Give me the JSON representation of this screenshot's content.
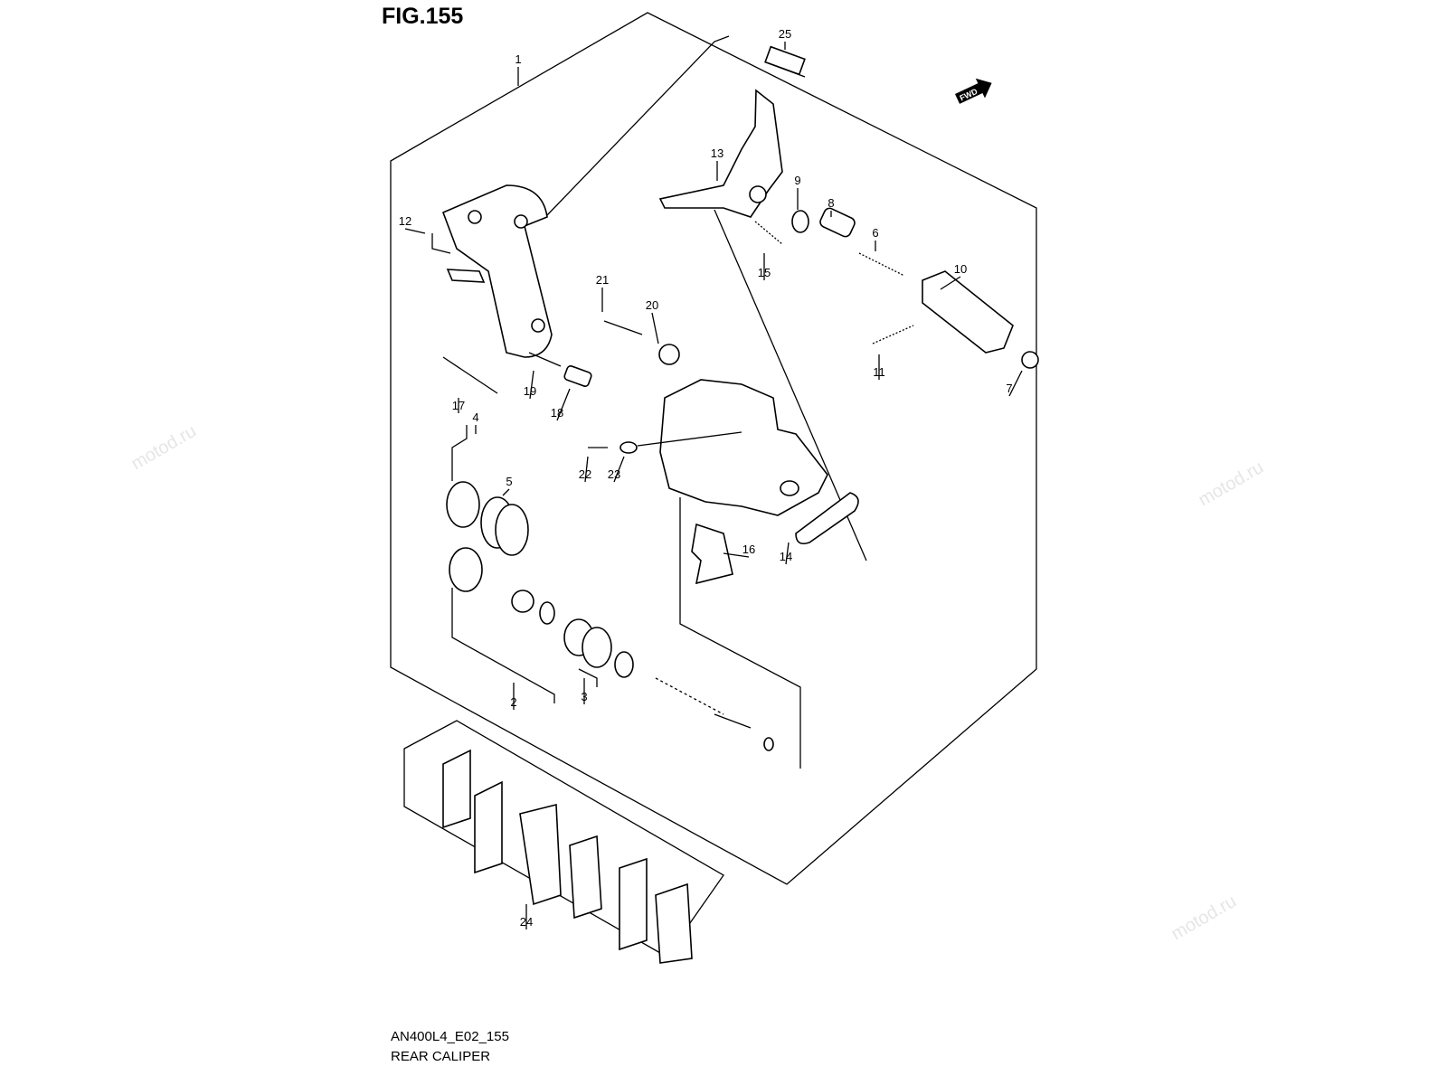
{
  "figure_title": "FIG.155",
  "watermark": "motod.ru",
  "direction_badge": "FWD",
  "footer": {
    "code": "AN400L4_E02_155",
    "name": "REAR CALIPER"
  },
  "callouts": [
    "1",
    "2",
    "3",
    "4",
    "5",
    "6",
    "7",
    "8",
    "9",
    "10",
    "11",
    "12",
    "13",
    "14",
    "15",
    "16",
    "17",
    "18",
    "19",
    "20",
    "21",
    "22",
    "23",
    "24",
    "25"
  ],
  "colors": {
    "line": "#000000",
    "watermark": "#e6e6e6"
  }
}
